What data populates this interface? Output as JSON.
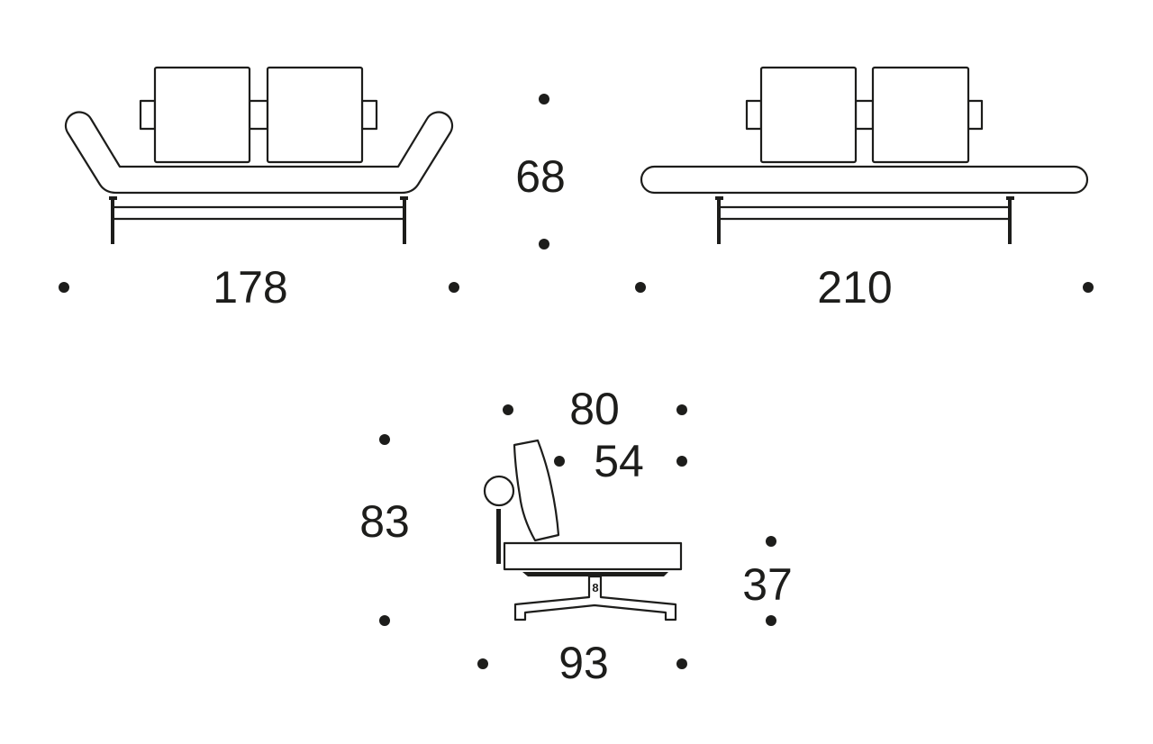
{
  "title": "Sofa bed dimensions",
  "dimensions": {
    "front_width_sofa": "178",
    "height_sofa": "68",
    "front_width_bed": "210",
    "side_depth_top": "80",
    "seat_depth": "54",
    "total_height": "83",
    "seat_height": "37",
    "bed_depth": "93"
  },
  "base_label": "8",
  "colors": {
    "ink": "#1d1d1b",
    "background": "#ffffff"
  }
}
